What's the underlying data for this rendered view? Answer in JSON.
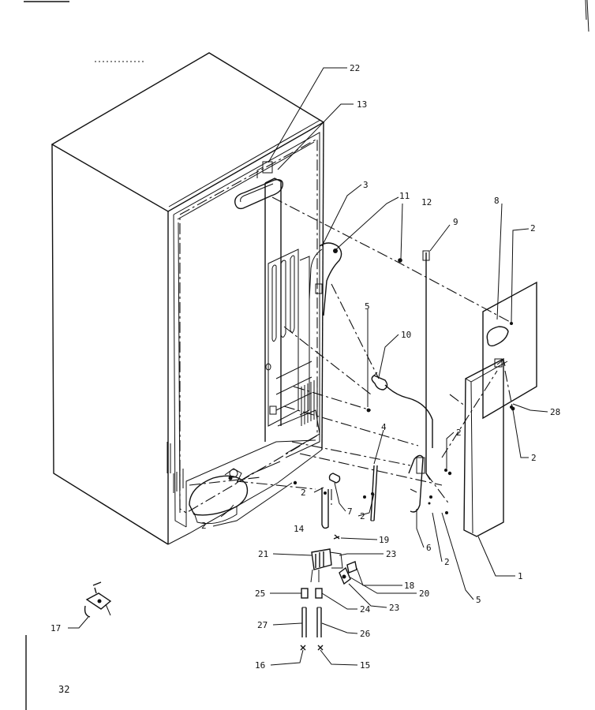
{
  "page_number": "32",
  "labels": {
    "p22": "22",
    "p13": "13",
    "p3": "3",
    "p11": "11",
    "p12": "12",
    "p9": "9",
    "p8": "8",
    "p2a": "2",
    "p5a": "5",
    "p10": "10",
    "p28": "28",
    "p4": "4",
    "p2b": "2",
    "p2c": "2",
    "p2d": "2",
    "p2e": "2",
    "p7": "7",
    "p2f": "2",
    "p14": "14",
    "p6": "6",
    "p2g": "2",
    "p1": "1",
    "p19": "19",
    "p21": "21",
    "p23a": "23",
    "p18": "18",
    "p20": "20",
    "p5b": "5",
    "p25": "25",
    "p23b": "23",
    "p24": "24",
    "p17": "17",
    "p27": "27",
    "p26": "26",
    "p16": "16",
    "p15": "15"
  }
}
